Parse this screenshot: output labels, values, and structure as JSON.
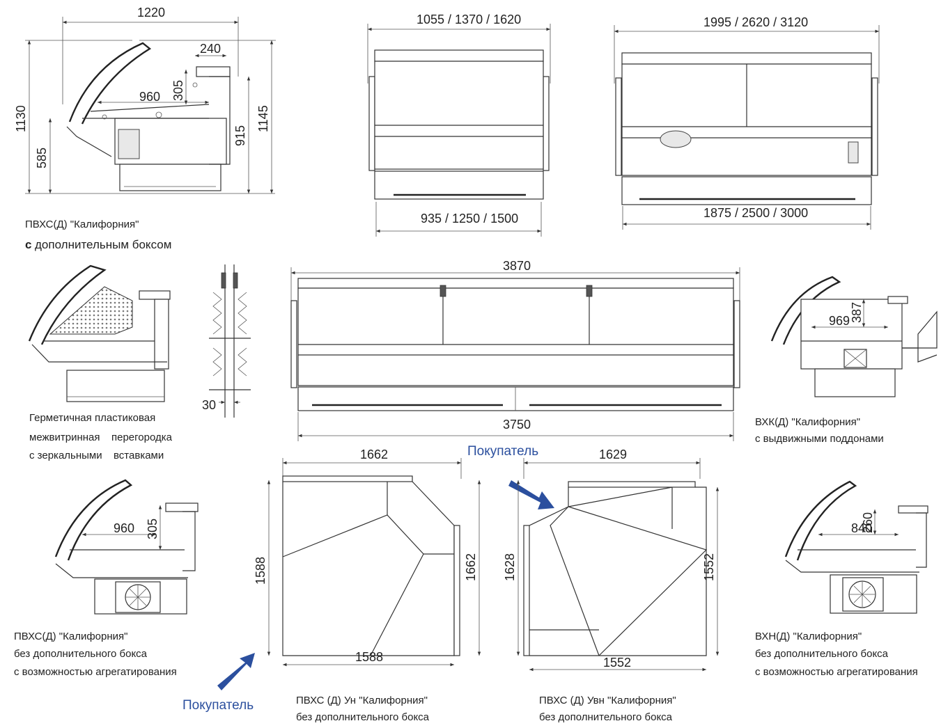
{
  "colors": {
    "buyer": "#2b4f9e",
    "line": "#333333"
  },
  "views": {
    "side_pvxs_box": {
      "dim_total_width": "1220",
      "dim_box_width": "240",
      "dim_depth": "960",
      "dim_shelf_h": "305",
      "dim_height": "1130",
      "dim_lower": "585",
      "dim_box_height": "915",
      "dim_total_height": "1145",
      "caption_line1": "ПВХС(Д) \"Калифорния\"",
      "caption_line2_bold": "с",
      "caption_line2": "дополнительным боксом"
    },
    "front_small": {
      "dim_top": "1055 / 1370 / 1620",
      "dim_bottom": "935 / 1250 / 1500"
    },
    "front_medium": {
      "dim_top": "1995 / 2620 / 3120",
      "dim_bottom": "1875 / 2500 / 3000"
    },
    "partition": {
      "caption_line1": "Герметичная пластиковая",
      "caption_line2a": "межвитринная",
      "caption_line2b": "перегородка",
      "caption_line3a": "с зеркальными",
      "caption_line3b": "вставками"
    },
    "section_30": {
      "dim": "30"
    },
    "front_large": {
      "dim_top": "3870",
      "dim_bottom": "3750"
    },
    "side_vxk": {
      "dim_depth": "969",
      "dim_h": "387",
      "caption_line1": "ВХК(Д) \"Калифорния\"",
      "caption_line2": "с выдвижными поддонами"
    },
    "side_pvxs_nobox": {
      "dim_depth": "960",
      "dim_h": "305",
      "caption_line1": "ПВХС(Д) \"Калифорния\"",
      "caption_line2": "без дополнительного бокса",
      "caption_line3": "с возможностью агрегатирования"
    },
    "corner_un": {
      "dim_top": "1662",
      "dim_left": "1588",
      "dim_right": "1662",
      "dim_bottom": "1588",
      "caption_line1": "ПВХС   (Д) Ун \"Калифорния\"",
      "caption_line2": "без дополнительного бокса"
    },
    "corner_uvn": {
      "dim_top": "1629",
      "dim_left": "1628",
      "dim_right": "1552",
      "dim_bottom": "1552",
      "caption_line1": "ПВХС   (Д) Увн \"Калифорния\"",
      "caption_line2": "без дополнительного бокса"
    },
    "side_vxn": {
      "dim_depth": "840",
      "dim_h": "260",
      "caption_line1": "ВХН(Д) \"Калифорния\"",
      "caption_line2": "без дополнительного бокса",
      "caption_line3": "с возможностью агрегатирования"
    }
  },
  "buyer_label_top": "Покупатель",
  "buyer_label_bottom": "Покупатель",
  "icons": {
    "arrow": "buyer-arrow-icon"
  }
}
